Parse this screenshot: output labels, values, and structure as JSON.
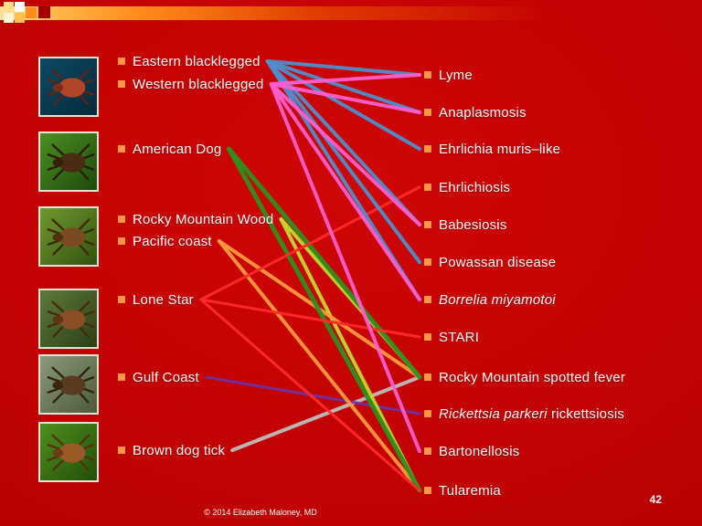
{
  "slide": {
    "footer_credit": "© 2014 Elizabeth Maloney, MD",
    "slide_number": "42",
    "background_color": "#c00000",
    "bullet_color": "#f79646"
  },
  "ticks": [
    {
      "label": "Eastern blacklegged"
    },
    {
      "label": "Western blacklegged"
    },
    {
      "label": "American Dog"
    },
    {
      "label": "Rocky Mountain Wood"
    },
    {
      "label": "Pacific coast"
    },
    {
      "label": "Lone Star"
    },
    {
      "label": "Gulf Coast"
    },
    {
      "label": "Brown dog tick"
    }
  ],
  "diseases": [
    {
      "italic": "",
      "text": "Lyme"
    },
    {
      "italic": "",
      "text": "Anaplasmosis"
    },
    {
      "italic": "",
      "text": "Ehrlichia muris–like"
    },
    {
      "italic": "",
      "text": "Ehrlichiosis"
    },
    {
      "italic": "",
      "text": "Babesiosis"
    },
    {
      "italic": "",
      "text": "Powassan disease"
    },
    {
      "italic": "Borrelia miyamotoi",
      "text": ""
    },
    {
      "italic": "",
      "text": "STARI"
    },
    {
      "italic": "",
      "text": "Rocky Mountain spotted fever"
    },
    {
      "italic": "Rickettsia parkeri",
      "text": " rickettsiosis"
    },
    {
      "italic": "",
      "text": "Bartonellosis"
    },
    {
      "italic": "",
      "text": "Tularemia"
    }
  ],
  "connections": [
    {
      "from": "Brown dog tick",
      "to": "Rocky Mountain spotted fever",
      "tick": 7,
      "disease": 8,
      "color": "#bdbdbd",
      "width": 4
    },
    {
      "from": "Gulf Coast",
      "to": "Rickettsia parkeri rickettsiosis",
      "tick": 6,
      "disease": 9,
      "color": "#7030a0",
      "width": 3
    },
    {
      "from": "Rocky Mountain Wood",
      "to": "Rocky Mountain spotted fever",
      "tick": 3,
      "disease": 8,
      "color": "#c2d92c",
      "width": 4
    },
    {
      "from": "Rocky Mountain Wood",
      "to": "Tularemia",
      "tick": 3,
      "disease": 11,
      "color": "#c2d92c",
      "width": 4
    },
    {
      "from": "Pacific coast",
      "to": "Rocky Mountain spotted fever",
      "tick": 4,
      "disease": 8,
      "color": "#ff9a3d",
      "width": 4
    },
    {
      "from": "Pacific coast",
      "to": "Tularemia",
      "tick": 4,
      "disease": 11,
      "color": "#ff9a3d",
      "width": 4
    },
    {
      "from": "American Dog",
      "to": "Rocky Mountain spotted fever",
      "tick": 2,
      "disease": 8,
      "color": "#2f8f1e",
      "width": 5
    },
    {
      "from": "American Dog",
      "to": "Tularemia",
      "tick": 2,
      "disease": 11,
      "color": "#2f8f1e",
      "width": 5
    },
    {
      "from": "Lone Star",
      "to": "Ehrlichiosis",
      "tick": 5,
      "disease": 3,
      "color": "#ff2a2a",
      "width": 3
    },
    {
      "from": "Lone Star",
      "to": "STARI",
      "tick": 5,
      "disease": 7,
      "color": "#ff2a2a",
      "width": 3
    },
    {
      "from": "Lone Star",
      "to": "Tularemia",
      "tick": 5,
      "disease": 11,
      "color": "#ff2a2a",
      "width": 3
    },
    {
      "from": "Eastern blacklegged",
      "to": "Lyme",
      "tick": 0,
      "disease": 0,
      "color": "#4f8fce",
      "width": 4
    },
    {
      "from": "Eastern blacklegged",
      "to": "Anaplasmosis",
      "tick": 0,
      "disease": 1,
      "color": "#4f8fce",
      "width": 4
    },
    {
      "from": "Eastern blacklegged",
      "to": "Ehrlichia muris–like",
      "tick": 0,
      "disease": 2,
      "color": "#4f8fce",
      "width": 4
    },
    {
      "from": "Eastern blacklegged",
      "to": "Babesiosis",
      "tick": 0,
      "disease": 4,
      "color": "#4f8fce",
      "width": 4
    },
    {
      "from": "Eastern blacklegged",
      "to": "Powassan disease",
      "tick": 0,
      "disease": 5,
      "color": "#4f8fce",
      "width": 4
    },
    {
      "from": "Eastern blacklegged",
      "to": "Borrelia miyamotoi",
      "tick": 0,
      "disease": 6,
      "color": "#4f8fce",
      "width": 4
    },
    {
      "from": "Western blacklegged",
      "to": "Lyme",
      "tick": 1,
      "disease": 0,
      "color": "#ff5fd0",
      "width": 4
    },
    {
      "from": "Western blacklegged",
      "to": "Anaplasmosis",
      "tick": 1,
      "disease": 1,
      "color": "#ff5fd0",
      "width": 4
    },
    {
      "from": "Western blacklegged",
      "to": "Babesiosis",
      "tick": 1,
      "disease": 4,
      "color": "#ff5fd0",
      "width": 4
    },
    {
      "from": "Western blacklegged",
      "to": "Borrelia miyamotoi",
      "tick": 1,
      "disease": 6,
      "color": "#ff5fd0",
      "width": 4
    },
    {
      "from": "Western blacklegged",
      "to": "Bartonellosis",
      "tick": 1,
      "disease": 10,
      "color": "#ff5fd0",
      "width": 4
    }
  ]
}
